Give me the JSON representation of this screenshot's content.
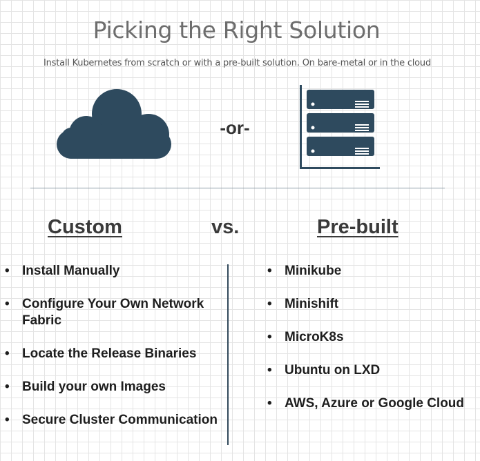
{
  "title": "Picking the Right Solution",
  "subtitle": "Install Kubernetes from scratch or with a pre-built solution.  On bare-metal or in the cloud",
  "separator": "-or-",
  "vs_label": "vs.",
  "colors": {
    "icon_fill": "#2e4a5e",
    "title_text": "#6d6d6d",
    "divider_line": "#8a9aa6"
  },
  "icons": {
    "left": "cloud-icon",
    "right": "server-rack-icon"
  },
  "custom": {
    "heading": "Custom",
    "items": [
      {
        "bullet": "•",
        "text": "Install Manually"
      },
      {
        "bullet": "•",
        "text": "Configure Your Own Network Fabric"
      },
      {
        "bullet": "•",
        "text": "Locate the Release Binaries"
      },
      {
        "bullet": "•",
        "text": "Build your own Images"
      },
      {
        "bullet": "•",
        "text": "Secure Cluster Communication"
      }
    ]
  },
  "prebuilt": {
    "heading": "Pre-built",
    "items": [
      {
        "bullet": "•",
        "text": "Minikube"
      },
      {
        "bullet": "•",
        "text": "Minishift"
      },
      {
        "bullet": "•",
        "text": "MicroK8s"
      },
      {
        "bullet": "•",
        "text": "Ubuntu on LXD"
      },
      {
        "bullet": "•",
        "text": "AWS, Azure or Google Cloud"
      }
    ]
  }
}
